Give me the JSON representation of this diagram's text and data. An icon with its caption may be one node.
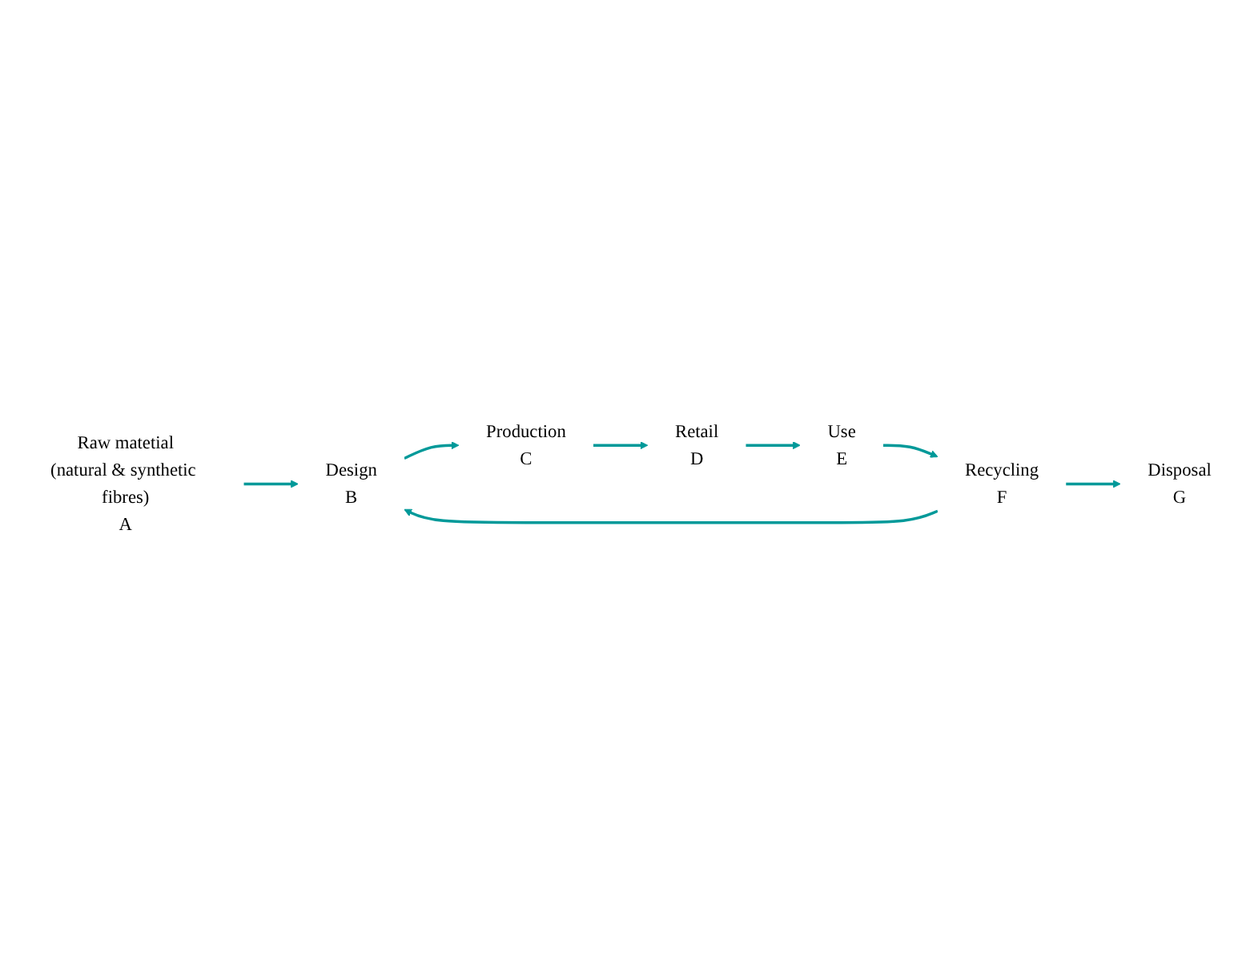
{
  "diagram": {
    "nodes": [
      {
        "text": [
          "Raw matetial",
          "(natural & synthetic fibres)",
          "A"
        ]
      },
      {
        "text": [
          "Design",
          "B"
        ]
      },
      {
        "text": [
          "Production",
          "C"
        ]
      },
      {
        "text": [
          "Retail",
          "D"
        ]
      },
      {
        "text": [
          "Use",
          "E"
        ]
      },
      {
        "text": [
          "Recycling",
          "F"
        ]
      },
      {
        "text": [
          "Disposal",
          "G"
        ]
      }
    ],
    "edges": [
      {
        "from": 0,
        "to": 1,
        "arrow": "to"
      },
      {
        "from": 1,
        "to": 2,
        "arrow": "to"
      },
      {
        "from": 2,
        "to": 3,
        "arrow": "to"
      },
      {
        "from": 3,
        "to": 4,
        "arrow": "to"
      },
      {
        "from": 4,
        "to": 5,
        "arrow": "to"
      },
      {
        "from": 5,
        "to": 1,
        "arrow": "to"
      },
      {
        "from": 5,
        "to": 6,
        "arrow": "to"
      }
    ]
  }
}
